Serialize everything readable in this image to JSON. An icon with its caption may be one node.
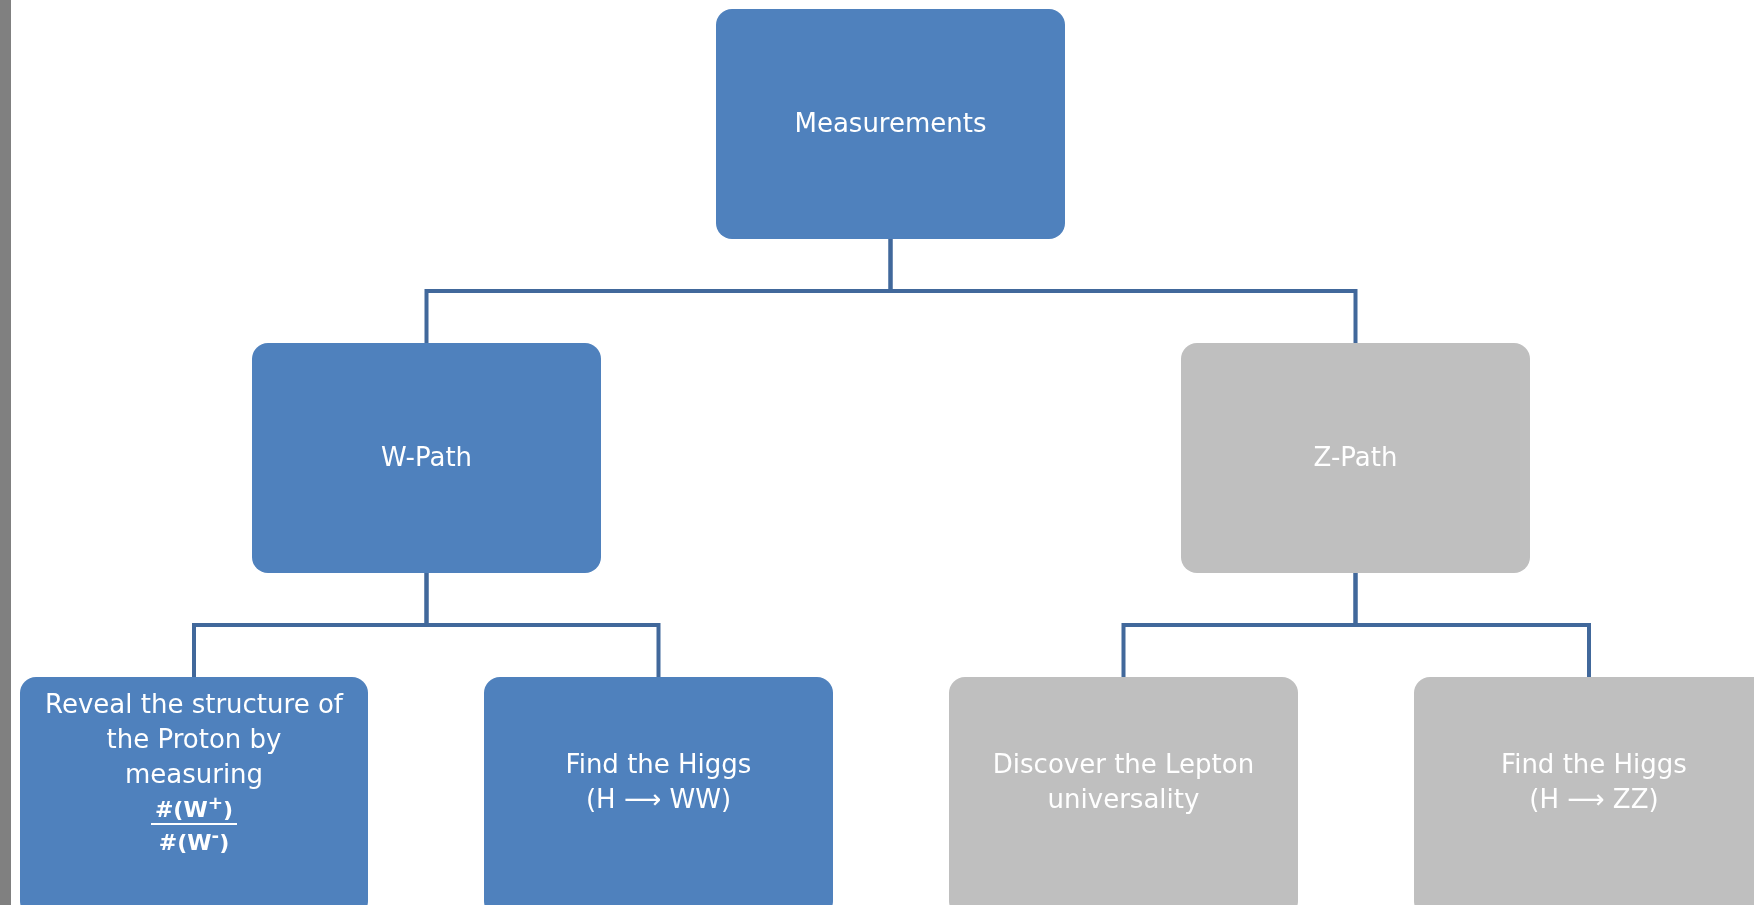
{
  "diagram": {
    "nodes": [
      {
        "text": [
          "Measurements"
        ]
      },
      {
        "text": [
          "W-Path"
        ]
      },
      {
        "text": [
          "Z-Path"
        ]
      },
      {
        "text": [
          "Reveal the structure of the Proton by measuring",
          "#(W$^{+}$)",
          "#(W$^{-}$)"
        ]
      },
      {
        "text": [
          "Find the Higgs",
          "(H ⟶ WW)"
        ]
      },
      {
        "text": [
          "Discover the Lepton universality"
        ]
      },
      {
        "text": [
          "Find the Higgs",
          "(H ⟶ ZZ)"
        ]
      }
    ],
    "edges": [
      {
        "from": 0,
        "to": 1,
        "arrow": "none"
      },
      {
        "from": 0,
        "to": 2,
        "arrow": "none"
      },
      {
        "from": 1,
        "to": 3,
        "arrow": "none"
      },
      {
        "from": 1,
        "to": 4,
        "arrow": "none"
      },
      {
        "from": 2,
        "to": 5,
        "arrow": "none"
      },
      {
        "from": 2,
        "to": 6,
        "arrow": "none"
      }
    ]
  }
}
